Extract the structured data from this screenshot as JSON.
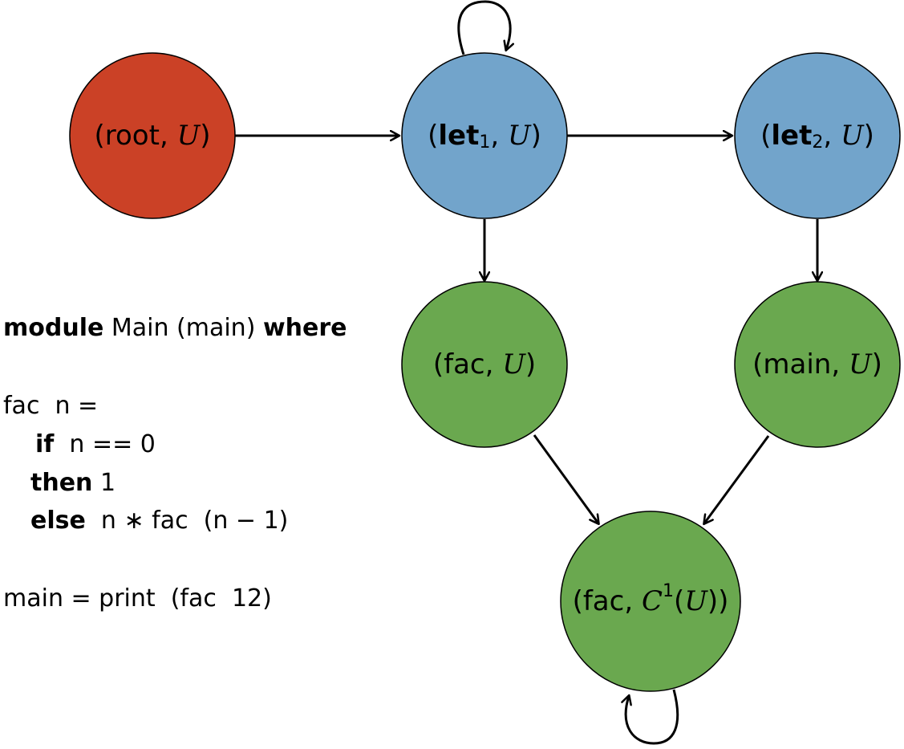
{
  "colors": {
    "root": "#cb4126",
    "let": "#72a4cb",
    "binding": "#6aa84f",
    "stroke": "#000000"
  },
  "nodes": {
    "root": {
      "open": "(",
      "name": "root",
      "comma": ", ",
      "ctx": "U",
      "close": ")"
    },
    "let1": {
      "open": "(",
      "name": "let",
      "sub": "1",
      "comma": ", ",
      "ctx": "U",
      "close": ")"
    },
    "let2": {
      "open": "(",
      "name": "let",
      "sub": "2",
      "comma": ", ",
      "ctx": "U",
      "close": ")"
    },
    "fac": {
      "open": "(",
      "name": "fac",
      "comma": ", ",
      "ctx": "U",
      "close": ")"
    },
    "main": {
      "open": "(",
      "name": "main",
      "comma": ", ",
      "ctx": "U",
      "close": ")"
    },
    "fac_c1": {
      "open": "(",
      "name": "fac",
      "comma": ", ",
      "ctx": "C",
      "sup": "1",
      "inner_open": "(",
      "inner": "U",
      "inner_close": ")",
      "close": ")"
    }
  },
  "code": {
    "line1": {
      "kw1": "module",
      "t1": " Main (main) ",
      "kw2": "where"
    },
    "line2": {
      "t": "fac  n ="
    },
    "line3": {
      "kw": "if",
      "t": "  n == 0"
    },
    "line4": {
      "kw": "then",
      "t": " 1"
    },
    "line5": {
      "kw": "else",
      "t": "  n ∗ fac  (n − 1)"
    },
    "line6": {
      "t": "main = print  (fac  12)"
    }
  }
}
